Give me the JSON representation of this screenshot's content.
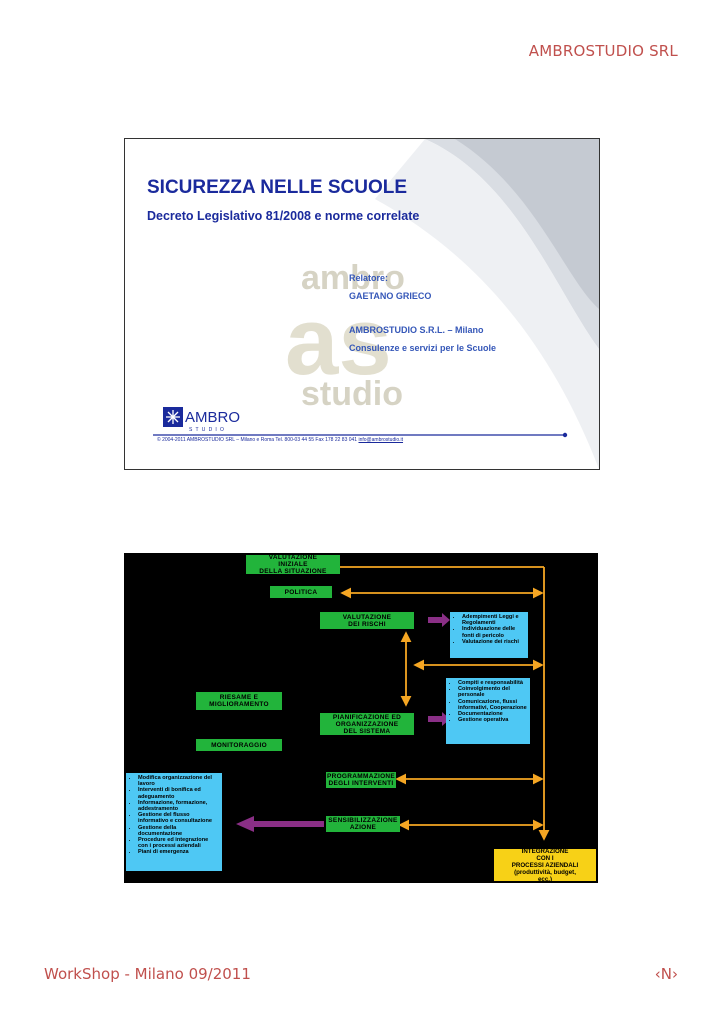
{
  "page": {
    "header": "AMBROSTUDIO SRL",
    "footer_left": "WorkShop - Milano 09/2011",
    "footer_right": "‹N›"
  },
  "slide1": {
    "title": "SICUREZZA NELLE SCUOLE",
    "subtitle": "Decreto Legislativo 81/2008 e norme correlate",
    "relatore_label": "Relatore:",
    "relatore_name": "GAETANO GRIECO",
    "company": "AMBROSTUDIO S.R.L. – Milano",
    "company_tagline": "Consulenze e servizi per le Scuole",
    "watermark_top": "ambro",
    "watermark_bottom": "studio",
    "logo_text": "AMBRO",
    "logo_sub": "STUDIO",
    "footer_text": "© 2004-2011 AMBROSTUDIO SRL – Milano e Roma Tel. 800-03 44 55 Fax 178 22 83 041",
    "footer_email": "info@ambrostudio.it",
    "colors": {
      "title": "#1a2a9c",
      "text": "#3557b8"
    }
  },
  "slide2": {
    "boxes": {
      "valutazione_iniziale": [
        "VALUTAZIONE",
        "INIZIALE",
        "DELLA SITUAZIONE"
      ],
      "politica": [
        "POLITICA"
      ],
      "valutazione_rischi": [
        "VALUTAZIONE",
        "DEI RISCHI"
      ],
      "riesame": [
        "RIESAME E",
        "MIGLIORAMENTO"
      ],
      "pianificazione": [
        "PIANIFICAZIONE ED",
        "ORGANIZZAZIONE",
        "DEL SISTEMA"
      ],
      "monitoraggio": [
        "MONITORAGGIO"
      ],
      "programmazione": [
        "PROGRAMMAZIONE",
        "DEGLI INTERVENTI"
      ],
      "sensibilizzazione": [
        "SENSIBILIZZAZIONE",
        "AZIONE"
      ],
      "integrazione": [
        "INTEGRAZIONE",
        "CON I",
        "PROCESSI AZIENDALI",
        "(produttività, budget,",
        "ecc.)"
      ]
    },
    "list_rischi": [
      "Adempimenti Leggi e Regolamenti",
      "Individuazione delle fonti di pericolo",
      "Valutazione dei rischi"
    ],
    "list_pianificazione": [
      "Compiti e responsabilità",
      "Coinvolgimento del personale",
      "Comunicazione, flussi informativi, Cooperazione",
      "Documentazione",
      "Gestione operativa"
    ],
    "list_sensibilizzazione": [
      "Modifica organizzazione del lavoro",
      "Interventi di bonifica ed adeguamento",
      "Informazione, formazione, addestramento",
      "Gestione del flusso informativo e consultazione",
      "Gestione della documentazione",
      "Procedure ed integrazione con i processi aziendali",
      "Piani di emergenza"
    ],
    "colors": {
      "green": "#22b43b",
      "blue": "#4ec8f4",
      "orange": "#f5a623",
      "purple": "#8a2f86",
      "yellow": "#f7d117"
    }
  }
}
